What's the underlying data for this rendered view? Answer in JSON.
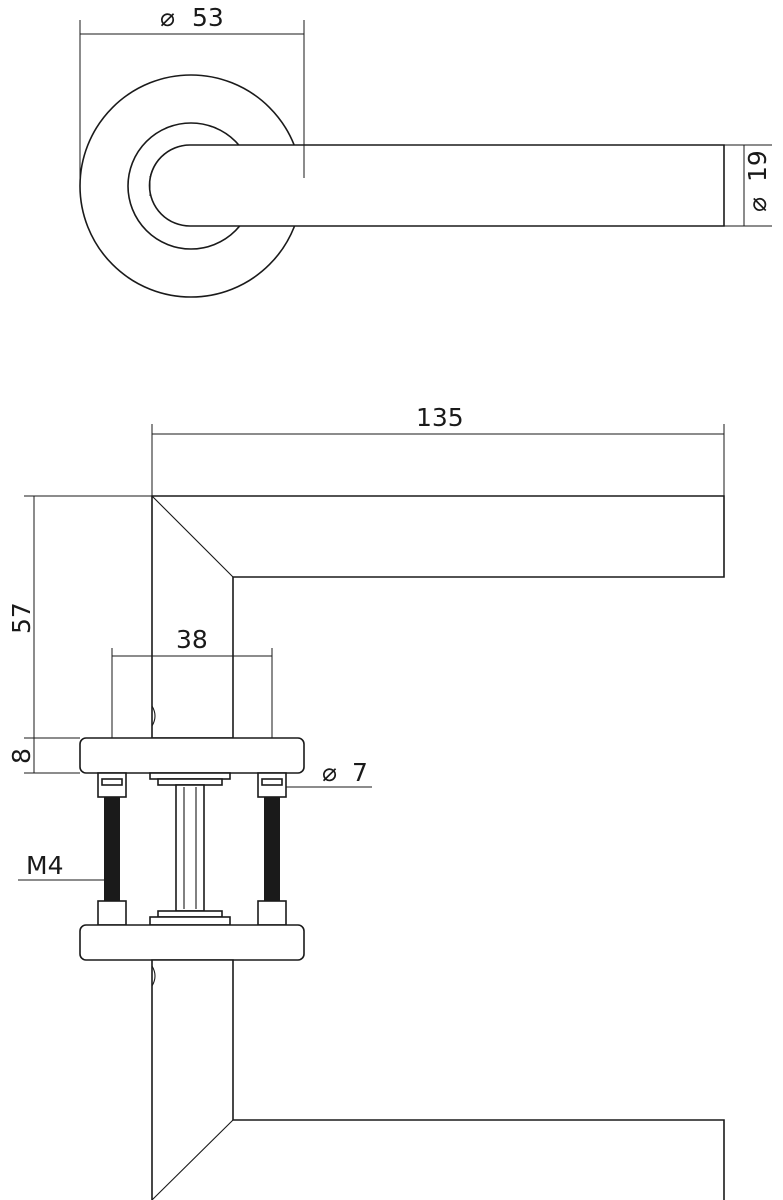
{
  "dimensions": {
    "rose_diameter": "53",
    "lever_diameter": "19",
    "lever_length": "135",
    "lever_height": "57",
    "screw_spacing": "38",
    "rose_thickness": "8",
    "spindle_diameter": "7",
    "screw_thread": "M4"
  },
  "symbols": {
    "diameter": "⌀"
  }
}
